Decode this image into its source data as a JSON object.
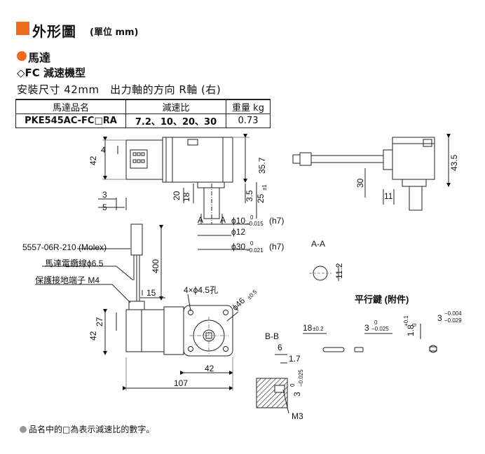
{
  "header": {
    "title": "外形圖",
    "unit": "(單位 mm)",
    "section": "馬達",
    "model_type": "◇FC 減速機型",
    "mount_size": "安裝尺寸 42mm　出力軸的方向 R軸 (右)"
  },
  "spec_table": {
    "headers": [
      "馬達品名",
      "減速比",
      "重量 kg"
    ],
    "row": {
      "name": "PKE545AC-FC□RA",
      "ratio": "7.2、10、20、30",
      "weight": "0.73"
    }
  },
  "dims": {
    "d42_left": "42",
    "d4": "4",
    "d35_7": "35.7",
    "d3": "3",
    "d5": "5",
    "d20": "20",
    "d18": "18",
    "d3_5": "3.5",
    "d25": "25",
    "d25_tol": "±1",
    "sec_a1": "A",
    "sec_a2": "A",
    "phi10": "ϕ10",
    "phi10_tol_up": "0",
    "phi10_tol_dn": "−0.015",
    "phi10_fit": "(h7)",
    "phi12": "ϕ12",
    "phi30": "ϕ30",
    "phi30_tol_up": "0",
    "phi30_tol_dn": "−0.021",
    "phi30_fit": "(h7)",
    "d43_5": "43.5",
    "d30": "30",
    "d11": "11",
    "aa_label": "A-A",
    "d11_2": "11.2",
    "connector": "5557-06R-210 (Molex)",
    "cable": "馬達電纜線ϕ6.5",
    "ground": "保護接地端子 M4",
    "d400": "400",
    "d15": "15",
    "holes": "4×ϕ4.5孔",
    "pcd": "ϕ46",
    "pcd_tol": "±0.5",
    "d27": "27",
    "d42_bottom_left": "42",
    "d42_bottom": "42",
    "d107": "107",
    "bb_label": "B-B",
    "d6": "6",
    "d1_7": "1.7",
    "d3_bb": "3",
    "d3_bb_tol_up": "0",
    "d3_bb_tol_dn": "−0.025",
    "m3": "M3",
    "key_title": "平行鍵 (附件)",
    "key_len": "18",
    "key_len_tol": "±0.2",
    "key_w": "3",
    "key_w_tol_up": "0",
    "key_w_tol_dn": "−0.025",
    "key_h": "1.8",
    "key_h_tol_up": "+0.1",
    "key_h_tol_dn": "0",
    "key_t": "3",
    "key_t_tol_up": "−0.004",
    "key_t_tol_dn": "−0.029"
  },
  "footnote": "品名中的□為表示減速比的數字。",
  "colors": {
    "accent": "#ee6a1c",
    "hatch": "#333333"
  }
}
